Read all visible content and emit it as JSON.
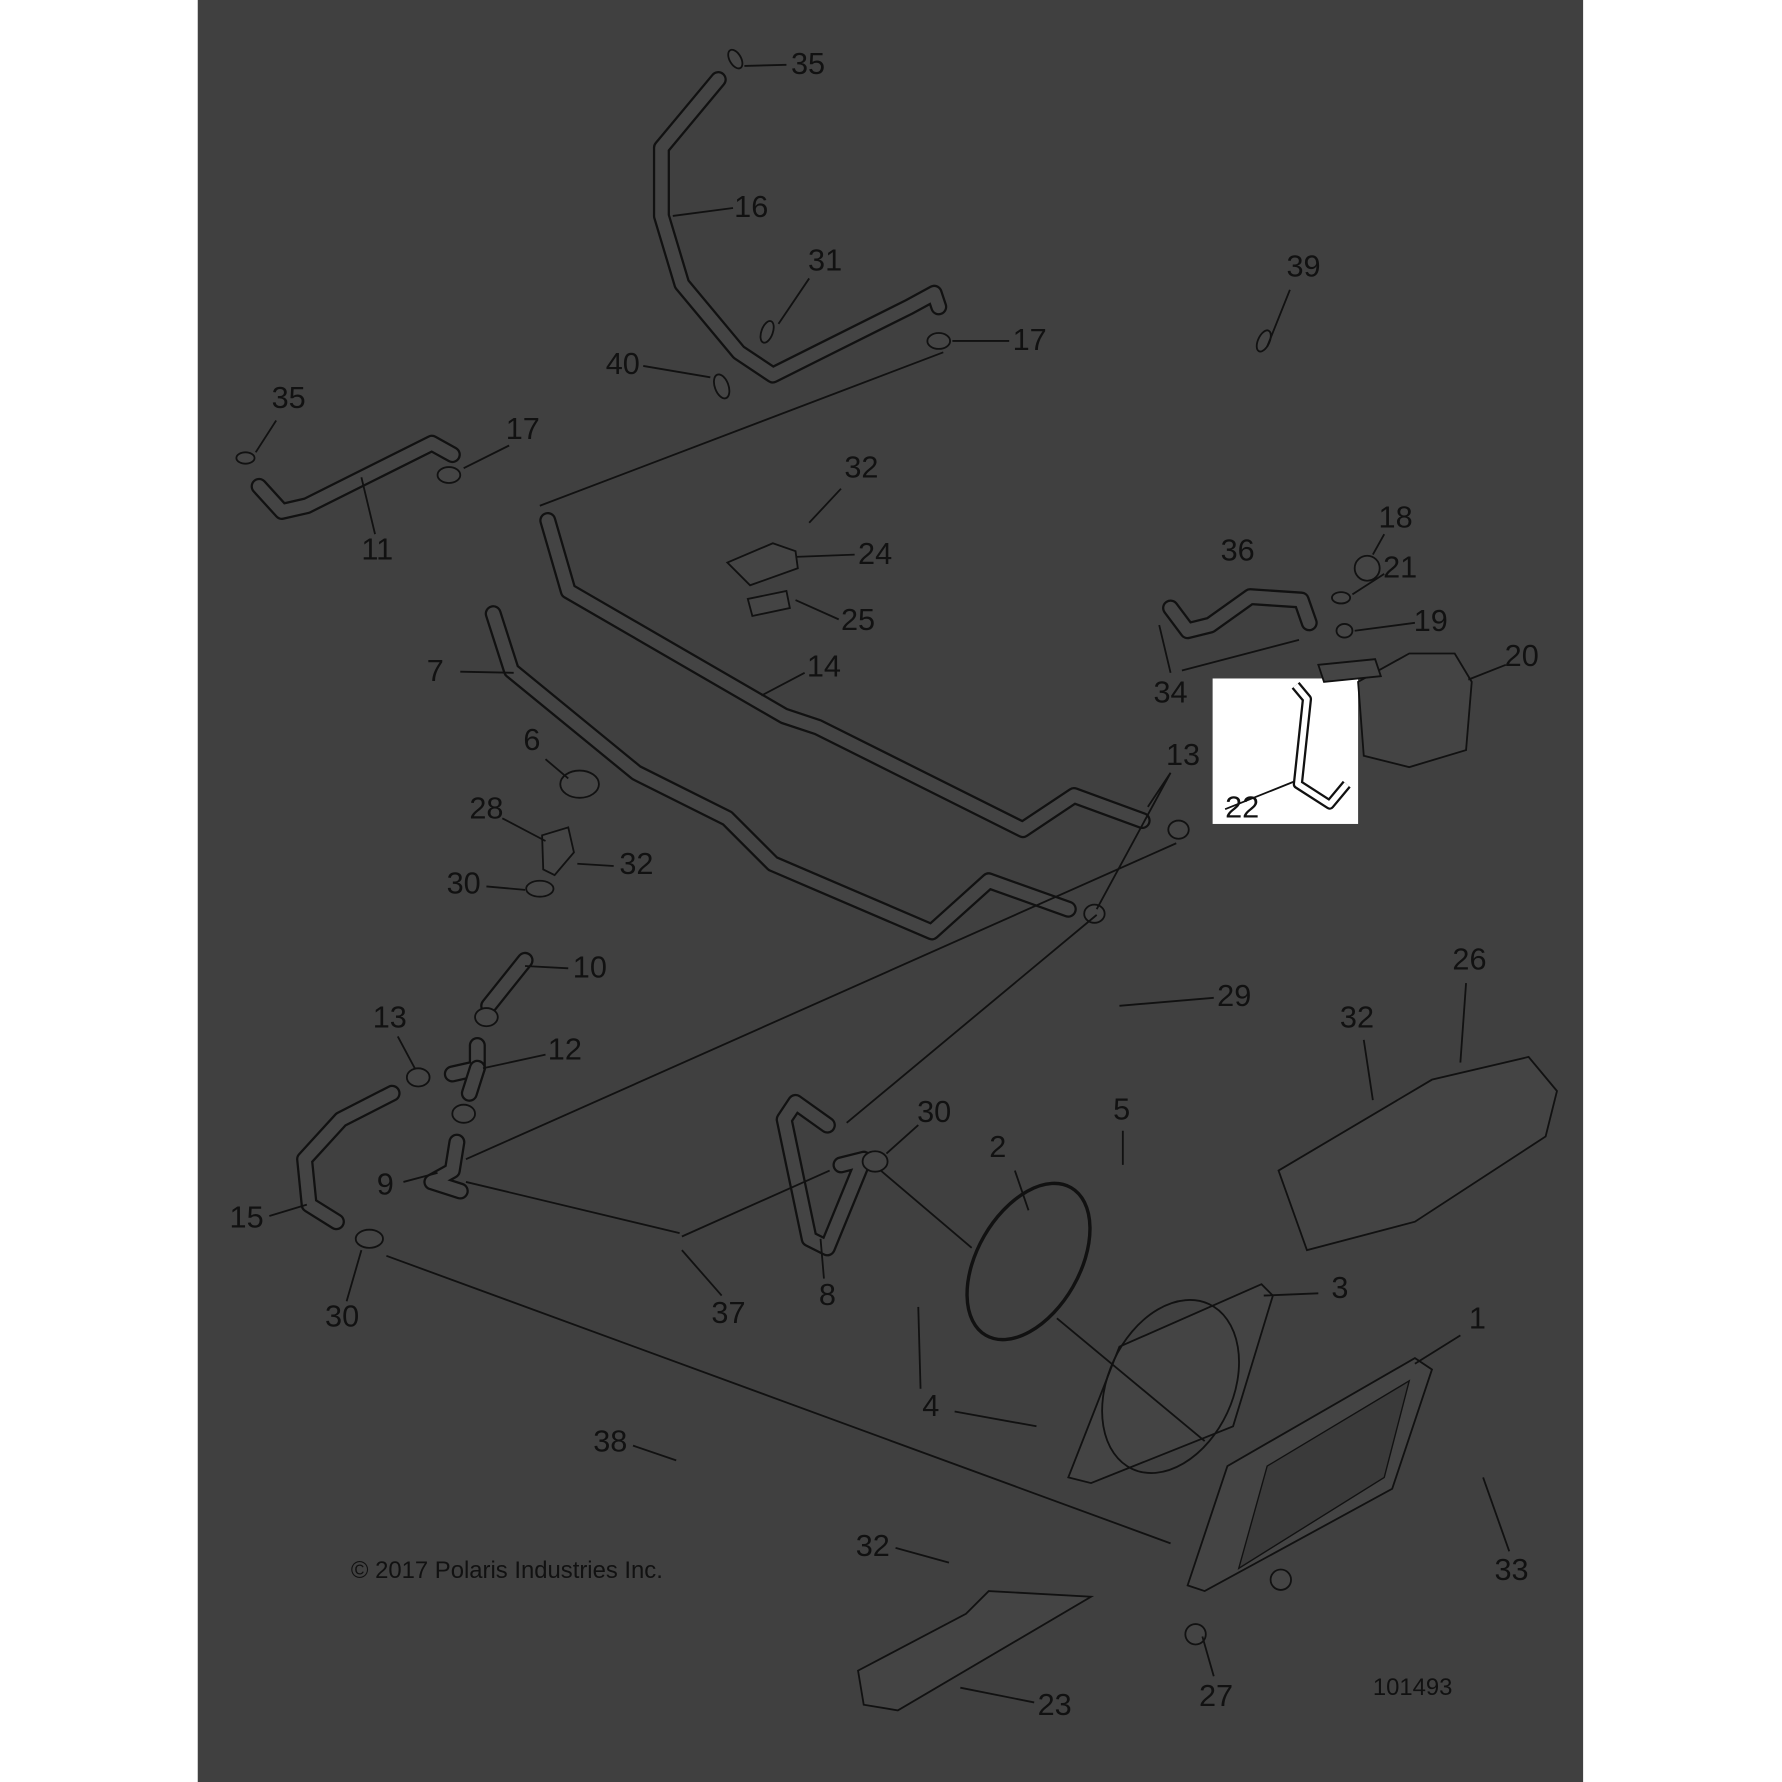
{
  "diagram": {
    "title": "Cooling system parts diagram",
    "copyright": "© 2017 Polaris Industries Inc.",
    "figure_number": "101493",
    "highlighted_part": "22",
    "colors": {
      "background": "#404040",
      "line": "#111111",
      "highlight": "#ffffff"
    },
    "callouts": [
      "35",
      "16",
      "31",
      "17",
      "40",
      "39",
      "35",
      "17",
      "11",
      "32",
      "24",
      "25",
      "18",
      "21",
      "36",
      "19",
      "20",
      "34",
      "7",
      "14",
      "13",
      "22",
      "6",
      "28",
      "32",
      "30",
      "10",
      "13",
      "12",
      "29",
      "26",
      "32",
      "30",
      "5",
      "2",
      "9",
      "15",
      "37",
      "8",
      "30",
      "3",
      "1",
      "4",
      "38",
      "32",
      "33",
      "27",
      "23"
    ]
  }
}
